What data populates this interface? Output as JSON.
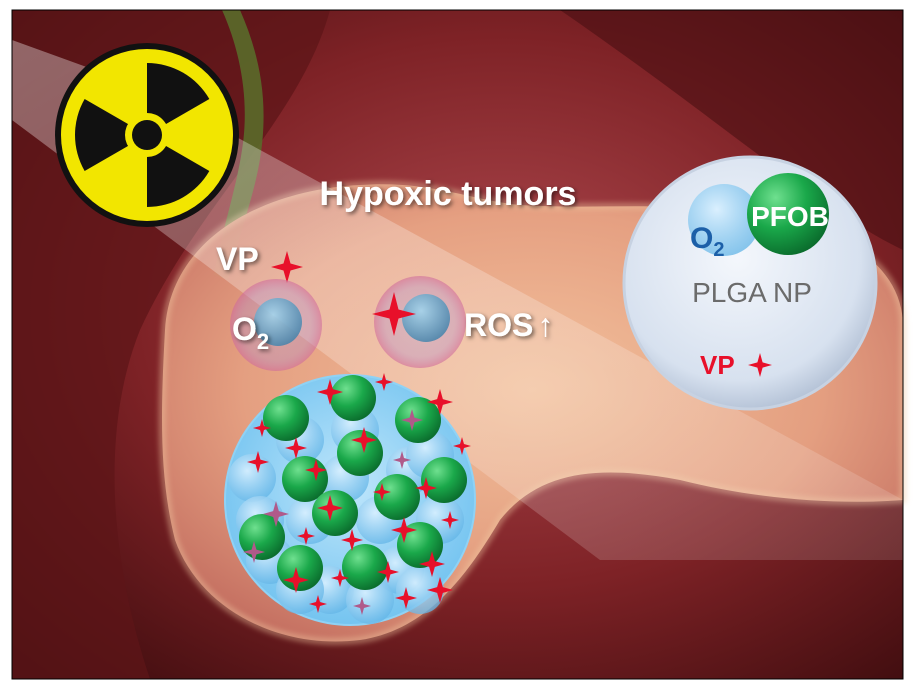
{
  "labels": {
    "title": "Hypoxic tumors",
    "vp": "VP",
    "o2_base": "O",
    "o2_sub": "2",
    "ros": "ROS",
    "ros_arrow": "↑",
    "inset_o2_base": "O",
    "inset_o2_sub": "2",
    "pfob": "PFOB",
    "plga": "PLGA NP",
    "inset_vp": "VP"
  },
  "icons": {
    "radiation": "radiation-hazard-icon",
    "star": "four-point-star-icon"
  },
  "colors": {
    "radiation_yellow": "#f2e600",
    "star_red": "#e8102a",
    "pfob_green": "#1aa84a",
    "o2_blue": "#1c5fa8",
    "label_white": "#ffffff",
    "label_gray": "#6b6b6b"
  }
}
